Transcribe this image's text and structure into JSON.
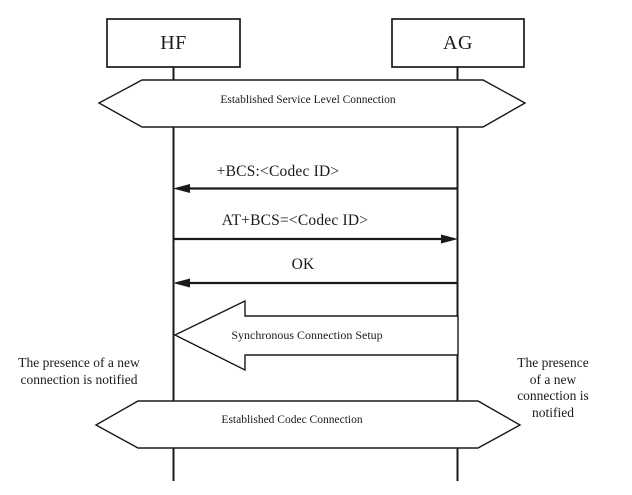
{
  "diagram": {
    "title_hint": "Codec connection setup sequence",
    "colors": {
      "stroke": "#1a1a1a",
      "background": "#ffffff"
    },
    "participants": [
      {
        "id": "hf",
        "label": "HF"
      },
      {
        "id": "ag",
        "label": "AG"
      }
    ],
    "banners": [
      {
        "label": "Established Service Level Connection"
      },
      {
        "label": "Established Codec Connection"
      }
    ],
    "messages": [
      {
        "label": "+BCS:<Codec ID>",
        "direction": "left"
      },
      {
        "label": "AT+BCS=<Codec ID>",
        "direction": "right"
      },
      {
        "label": "OK",
        "direction": "left"
      }
    ],
    "block_arrow": {
      "label": "Synchronous Connection Setup",
      "direction": "left"
    },
    "notes": {
      "left": "The presence of a new\nconnection is notified",
      "right": "The presence of a new\nconnection is notified"
    }
  }
}
